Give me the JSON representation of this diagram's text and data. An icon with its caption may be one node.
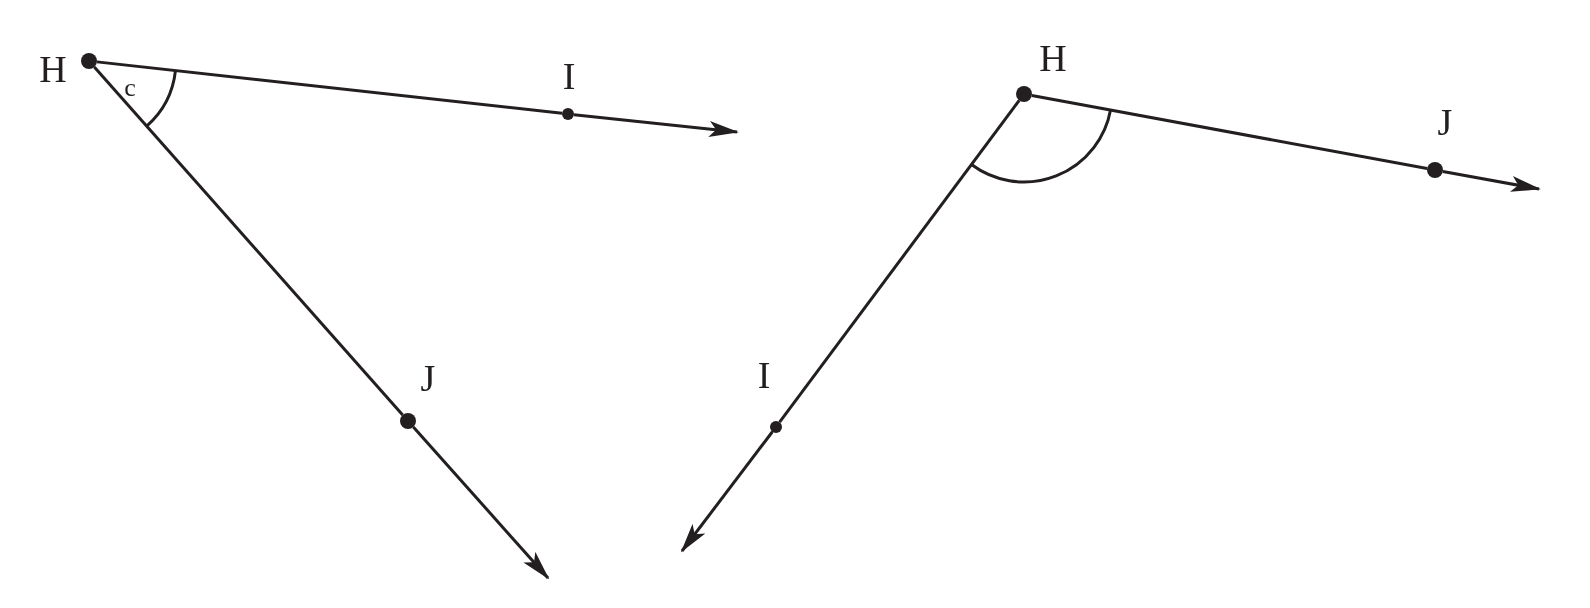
{
  "diagram": {
    "nodes": [
      {
        "text": [
          "H"
        ]
      },
      {
        "text": [
          "I"
        ]
      },
      {
        "text": [
          "J"
        ]
      },
      {
        "text": [
          "H"
        ]
      },
      {
        "text": [
          "I"
        ]
      },
      {
        "text": [
          "J"
        ]
      }
    ],
    "edges": [
      {
        "from": 0,
        "to": 1,
        "arrow": "none"
      },
      {
        "from": 1,
        "to": null,
        "arrow": "to"
      },
      {
        "from": 0,
        "to": 2,
        "arrow": "none"
      },
      {
        "from": 2,
        "to": null,
        "arrow": "to"
      },
      {
        "from": 3,
        "to": 5,
        "arrow": "none"
      },
      {
        "from": 5,
        "to": null,
        "arrow": "to"
      },
      {
        "from": 3,
        "to": 4,
        "arrow": "none"
      },
      {
        "from": 4,
        "to": null,
        "arrow": "to"
      }
    ],
    "labels": [
      "c"
    ]
  }
}
